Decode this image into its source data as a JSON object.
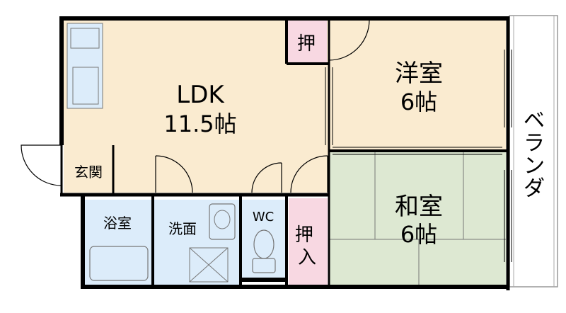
{
  "rooms": {
    "ldk": {
      "name": "LDK",
      "size": "11.5帖"
    },
    "yoshitsu": {
      "name": "洋室",
      "size": "6帖"
    },
    "washitsu": {
      "name": "和室",
      "size": "6帖"
    },
    "genkan": {
      "name": "玄関"
    },
    "yokushitsu": {
      "name": "浴室"
    },
    "senmen": {
      "name": "洗面"
    },
    "wc": {
      "name": "WC"
    },
    "oshi_top": {
      "name": "押"
    },
    "oshiire": {
      "name": "押入"
    },
    "veranda": {
      "name": "ベランダ"
    }
  },
  "colors": {
    "ldk": "#faebd0",
    "yoshitsu": "#faebd0",
    "washitsu": "#dde8d2",
    "storage": "#f8d8e2",
    "wet": "#dcecfa",
    "wall": "#000000"
  }
}
